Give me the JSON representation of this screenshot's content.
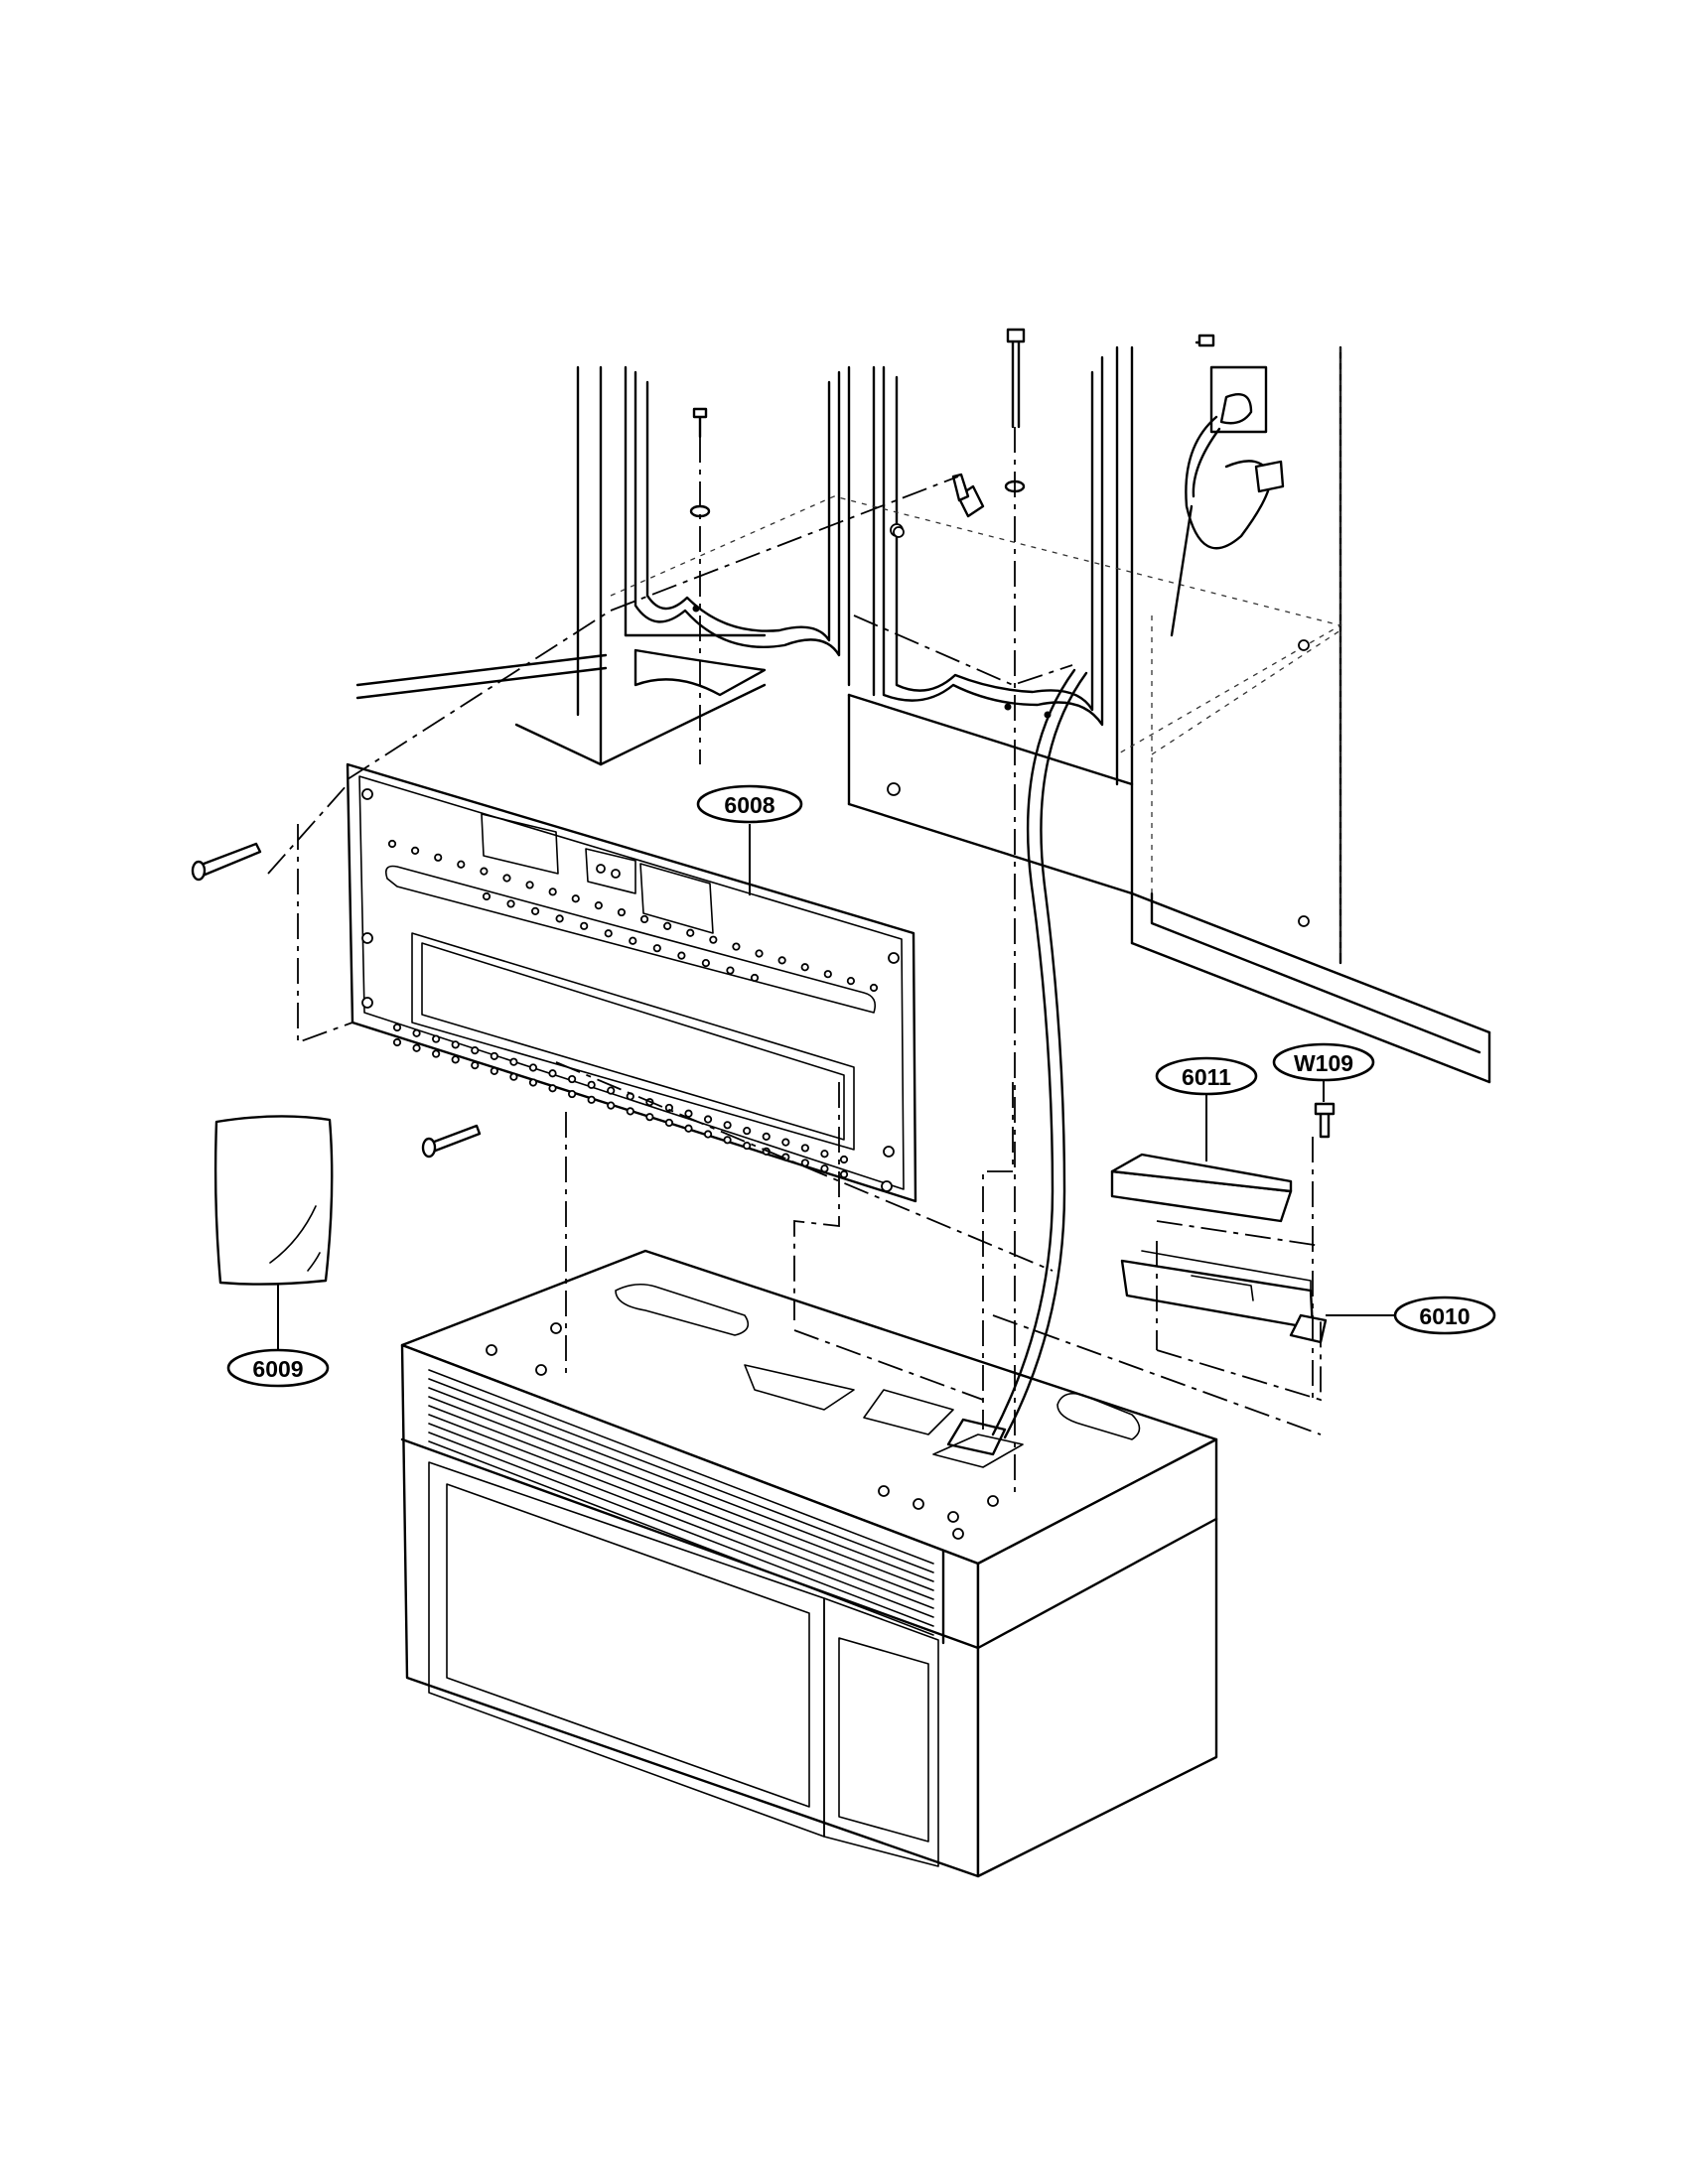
{
  "callouts": {
    "c6008": "6008",
    "c6009": "6009",
    "c6010": "6010",
    "c6011": "6011",
    "w109": "W109"
  }
}
